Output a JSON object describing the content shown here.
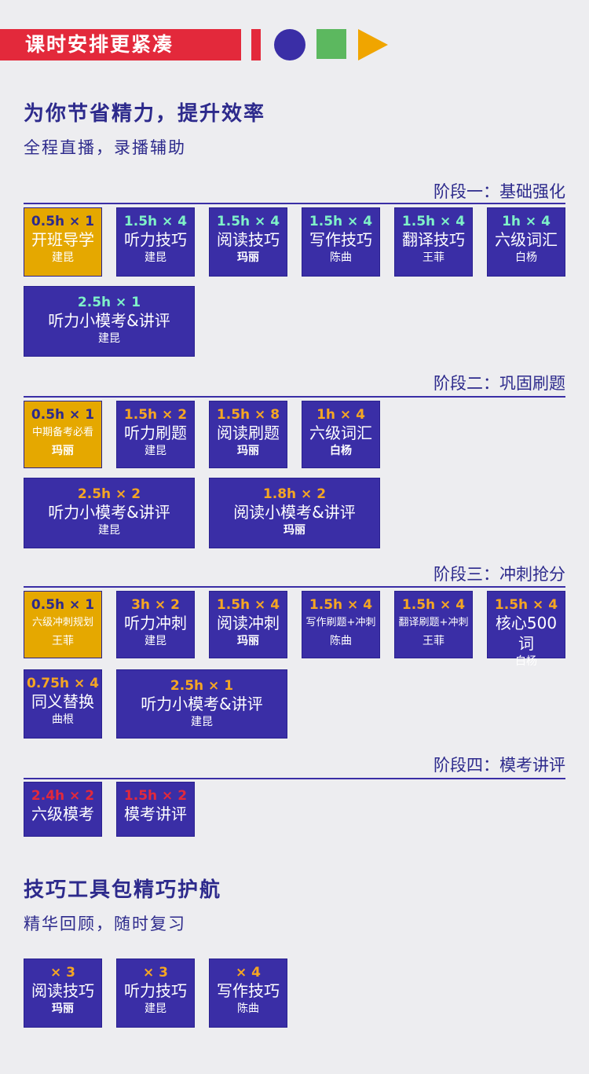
{
  "header": {
    "banner": "课时安排更紧凑"
  },
  "section1": {
    "title": "为你节省精力，提升效率",
    "subtitle": "全程直播，录播辅助"
  },
  "stages": [
    {
      "title": "阶段一：基础强化",
      "cells": [
        {
          "dur": "0.5h × 1",
          "name": "开班导学",
          "teacher": "建昆"
        },
        {
          "dur": "1.5h × 4",
          "name": "听力技巧",
          "teacher": "建昆"
        },
        {
          "dur": "1.5h × 4",
          "name": "阅读技巧",
          "teacher": "玛丽"
        },
        {
          "dur": "1.5h × 4",
          "name": "写作技巧",
          "teacher": "陈曲"
        },
        {
          "dur": "1.5h × 4",
          "name": "翻译技巧",
          "teacher": "王菲"
        },
        {
          "dur": "1h × 4",
          "name": "六级词汇",
          "teacher": "白杨"
        },
        {
          "dur": "2.5h × 1",
          "name": "听力小模考&讲评",
          "teacher": "建昆"
        }
      ]
    },
    {
      "title": "阶段二：巩固刷题",
      "cells": [
        {
          "dur": "0.5h × 1",
          "name": "中期备考必看",
          "teacher": "玛丽"
        },
        {
          "dur": "1.5h × 2",
          "name": "听力刷题",
          "teacher": "建昆"
        },
        {
          "dur": "1.5h × 8",
          "name": "阅读刷题",
          "teacher": "玛丽"
        },
        {
          "dur": "1h × 4",
          "name": "六级词汇",
          "teacher": "白杨"
        },
        {
          "dur": "2.5h × 2",
          "name": "听力小模考&讲评",
          "teacher": "建昆"
        },
        {
          "dur": "1.8h × 2",
          "name": "阅读小模考&讲评",
          "teacher": "玛丽"
        }
      ]
    },
    {
      "title": "阶段三：冲刺抢分",
      "cells": [
        {
          "dur": "0.5h × 1",
          "name": "六级冲刺规划",
          "teacher": "王菲"
        },
        {
          "dur": "3h × 2",
          "name": "听力冲刺",
          "teacher": "建昆"
        },
        {
          "dur": "1.5h × 4",
          "name": "阅读冲刺",
          "teacher": "玛丽"
        },
        {
          "dur": "1.5h × 4",
          "name": "写作刷题+冲刺",
          "teacher": "陈曲"
        },
        {
          "dur": "1.5h × 4",
          "name": "翻译刷题+冲刺",
          "teacher": "王菲"
        },
        {
          "dur": "1.5h × 4",
          "name": "核心500词",
          "teacher": "白杨"
        },
        {
          "dur": "0.75h × 4",
          "name": "同义替换",
          "teacher": "曲根"
        },
        {
          "dur": "2.5h × 1",
          "name": "听力小模考&讲评",
          "teacher": "建昆"
        }
      ]
    },
    {
      "title": "阶段四：模考讲评",
      "cells": [
        {
          "dur": "2.4h × 2",
          "name": "六级模考",
          "teacher": ""
        },
        {
          "dur": "1.5h × 2",
          "name": "模考讲评",
          "teacher": ""
        }
      ]
    }
  ],
  "section2": {
    "title": "技巧工具包精巧护航",
    "subtitle": "精华回顾，随时复习",
    "cells": [
      {
        "dur": "× 3",
        "name": "阅读技巧",
        "teacher": "玛丽"
      },
      {
        "dur": "× 3",
        "name": "听力技巧",
        "teacher": "建昆"
      },
      {
        "dur": "× 4",
        "name": "写作技巧",
        "teacher": "陈曲"
      }
    ]
  },
  "colors": {
    "banner_red": "#e3293b",
    "deep_blue": "#3a2ea6",
    "gold": "#e5a800",
    "green": "#5cb85f",
    "mint_text": "#7ff2c8",
    "orange_text": "#f5a623"
  },
  "icons": [
    "circle-shape-icon",
    "square-shape-icon",
    "triangle-play-icon"
  ]
}
